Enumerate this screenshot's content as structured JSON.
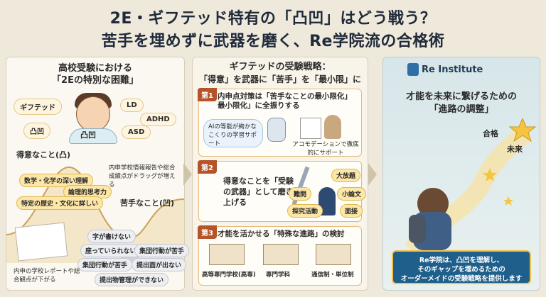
{
  "title": {
    "line1": "2E・ギフテッド特有の「凸凹」はどう戦う？",
    "line2": "苦手を埋めずに武器を磨く、Re学院流の合格術"
  },
  "panel1": {
    "heading_l1": "高校受験における",
    "heading_l2": "「2Eの特別な困難」",
    "tags": [
      "ギフテッド",
      "LD",
      "ADHD",
      "凸凹",
      "ASD"
    ],
    "face_label": "凸凹",
    "strong_label": "得意なこと(凸)",
    "strong_items": [
      "数学・化学の深い理解",
      "論理的思考力",
      "特定の歴史・文化に詳しい"
    ],
    "report_note": "内申学校情報報告や総合成績点がドラッグが増える",
    "weak_label": "苦手なこと(凹)",
    "weak_items": [
      "字が書けない",
      "座っていられない",
      "集団行動が苦手",
      "集団行動が苦手",
      "提出面が出ない",
      "提出物管理ができない"
    ],
    "doc_note": "内申の学校レポートや総合観点が下がる"
  },
  "panel2": {
    "heading_l1": "ギフテッドの受験戦略：",
    "heading_l2": "「得意」を武器に「苦手」を「最小限」に",
    "sections": [
      {
        "num": "第1",
        "title": "内申点対策は「苦手なことの最小限化」最小限化」に全振りする",
        "left_note": "AIの等能が絢かなこくりの学習サポート",
        "right_note": "アコモデーションで徹底的にサポート"
      },
      {
        "num": "第2",
        "title": "得意なことを「受験の武器」として磨き上げる",
        "chips": [
          "大放題",
          "難問",
          "小論文",
          "探究活動",
          "面接"
        ]
      },
      {
        "num": "第3",
        "title": "才能を活かせる「特殊な進路」の検討",
        "schools": [
          "高等専門学校(高専)",
          "専門学科",
          "通信制・単位制"
        ]
      }
    ]
  },
  "panel3": {
    "logo": "Re Institute",
    "heading_l1": "才能を未来に繋げるための",
    "heading_l2": "「進路の調整」",
    "goal1": "合格",
    "goal2": "未来",
    "footer_l1": "Re学院は、凸凹を理解し、",
    "footer_l2": "そのギャップを埋めるための",
    "footer_l3": "オーダーメイドの受験戦略を提供します"
  }
}
